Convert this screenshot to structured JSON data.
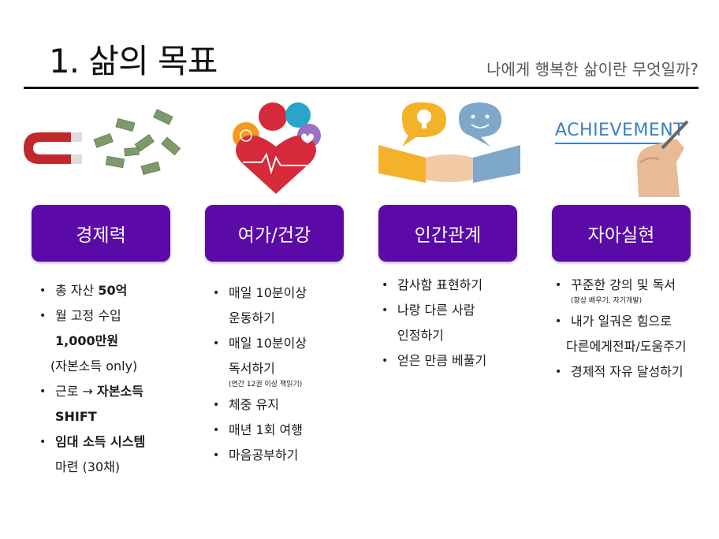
{
  "header": {
    "title": "1. 삶의 목표",
    "subtitle": "나에게 행복한 삶이란 무엇일까?"
  },
  "columns": [
    {
      "label": "경제력",
      "items": [
        {
          "parts": [
            {
              "t": "총 자산 "
            },
            {
              "t": "50억",
              "b": true
            }
          ]
        },
        {
          "parts": [
            {
              "t": "월 고정 수입"
            }
          ],
          "lines": [
            {
              "t": "1,000만원",
              "b": true
            },
            {
              "t": "(자본소득 only)"
            }
          ]
        },
        {
          "parts": [
            {
              "t": "근로 → "
            },
            {
              "t": "자본소득",
              "b": true
            }
          ],
          "lines": [
            {
              "t": "SHIFT",
              "b": true
            }
          ]
        },
        {
          "parts": [
            {
              "t": "임대 소득 시스템",
              "b": true
            }
          ],
          "lines": [
            {
              "t": "마련 (30채)",
              "mixed": true
            }
          ]
        }
      ],
      "accent": "#c0282c"
    },
    {
      "label": "여가/건강",
      "items": [
        {
          "parts": [
            {
              "t": "매일 10분이상"
            }
          ],
          "lines": [
            {
              "t": "운동하기"
            }
          ]
        },
        {
          "parts": [
            {
              "t": "매일 10분이상"
            }
          ],
          "lines": [
            {
              "t": "독서하기"
            }
          ],
          "note": "(연간 12권 이상 책읽기)"
        },
        {
          "parts": [
            {
              "t": "체중 유지"
            }
          ]
        },
        {
          "parts": [
            {
              "t": "매년 1회 여행"
            }
          ]
        },
        {
          "parts": [
            {
              "t": "마음공부하기"
            }
          ]
        }
      ],
      "accent": "#d62a3b"
    },
    {
      "label": "인간관계",
      "items": [
        {
          "parts": [
            {
              "t": "감사함 표현하기"
            }
          ]
        },
        {
          "parts": [
            {
              "t": "나랑 다른 사람"
            }
          ],
          "lines": [
            {
              "t": "인정하기"
            }
          ]
        },
        {
          "parts": [
            {
              "t": "얻은 만큼 베풀기"
            }
          ]
        }
      ],
      "accent": "#f3b22a"
    },
    {
      "label": "자아실현",
      "items": [
        {
          "parts": [
            {
              "t": "꾸준한 강의 및 독서"
            }
          ],
          "note": "(항상 배우기, 자기개발)"
        },
        {
          "parts": [
            {
              "t": "내가 일궈온 힘으로"
            }
          ],
          "lines": [
            {
              "t": "다른에게전파/도움주기"
            }
          ]
        },
        {
          "parts": [
            {
              "t": "경제적 자유 달성하기"
            }
          ]
        }
      ],
      "accent": "#3a7fc4",
      "illus_word": "ACHIEVEMENT"
    }
  ],
  "colors": {
    "badge": "#5b0aa8",
    "rule": "#111111"
  }
}
